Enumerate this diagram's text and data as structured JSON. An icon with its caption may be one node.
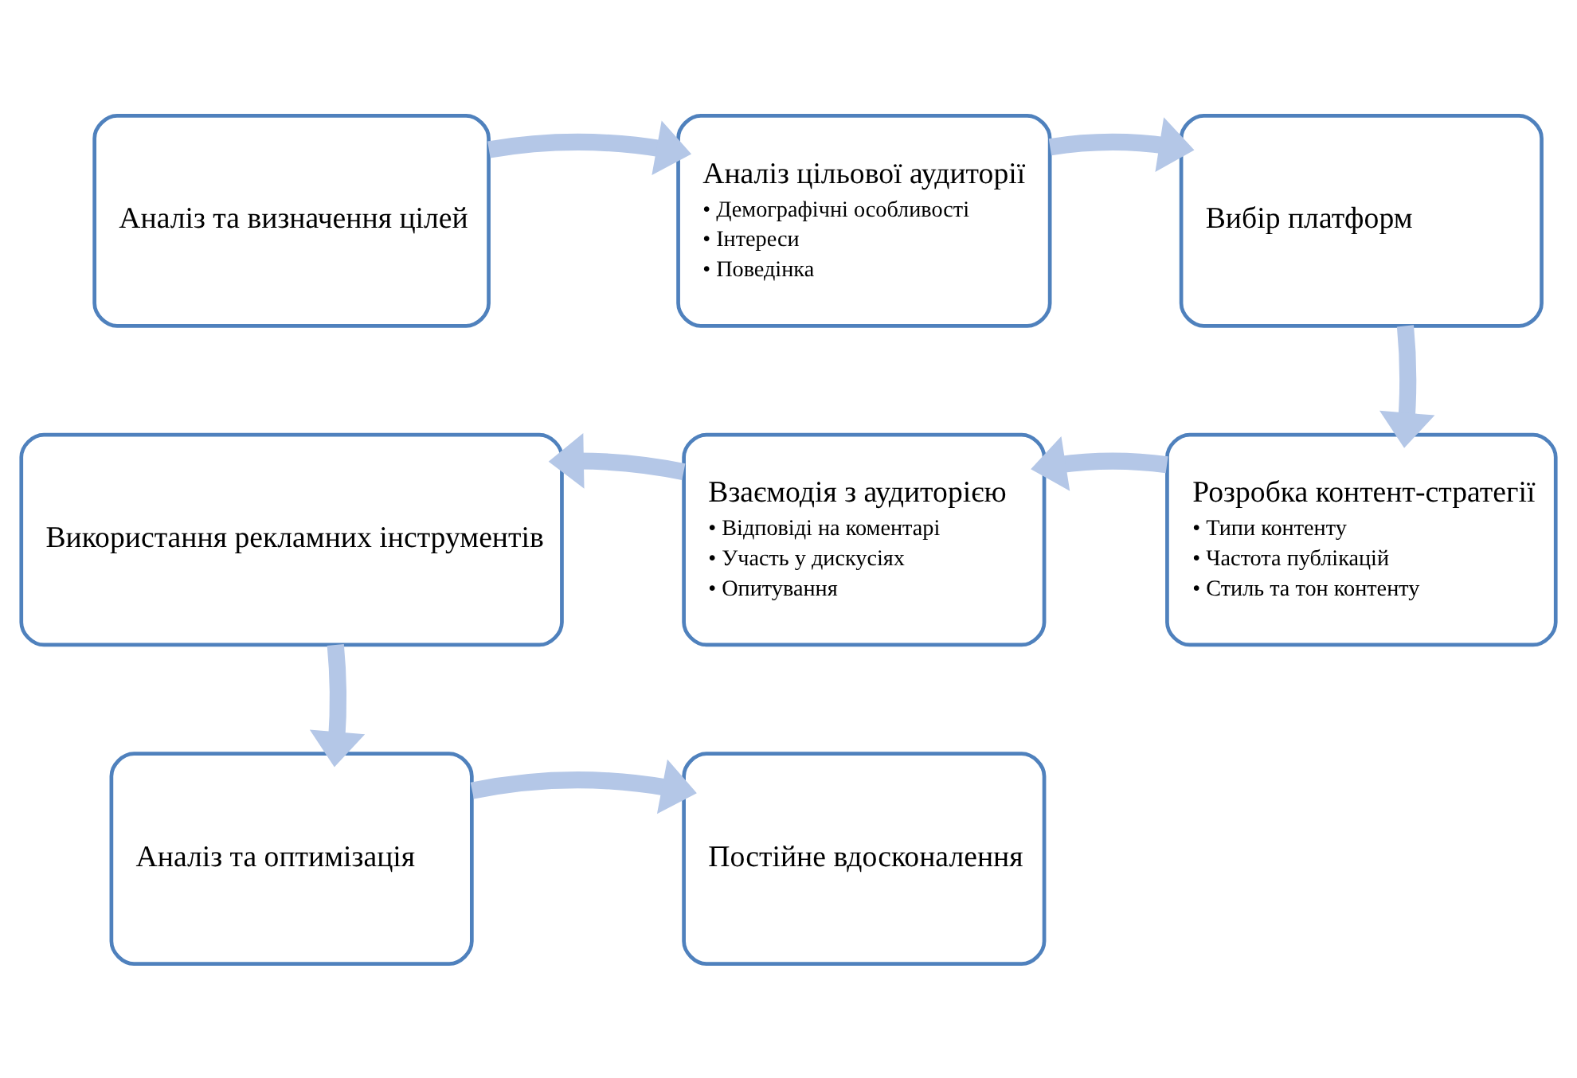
{
  "diagram": {
    "nodes": [
      {
        "text": [
          "Аналіз та визначення цілей"
        ]
      },
      {
        "text": [
          "Аналіз цільової аудиторії",
          "• Демографічні особливості",
          "• Інтереси",
          "• Поведінка"
        ]
      },
      {
        "text": [
          "Вибір платформ"
        ]
      },
      {
        "text": [
          "Розробка контент-стратегії",
          "• Типи контенту",
          "• Частота публікацій",
          "• Стиль та тон контенту"
        ]
      },
      {
        "text": [
          "Взаємодія з аудиторією",
          "• Відповіді на коментарі",
          "• Участь у дискусіях",
          "• Опитування"
        ]
      },
      {
        "text": [
          "Використання рекламних інструментів"
        ]
      },
      {
        "text": [
          "Аналіз та оптимізація"
        ]
      },
      {
        "text": [
          "Постійне вдосконалення"
        ]
      }
    ],
    "edges": [
      {
        "from": 0,
        "to": 1,
        "arrow": "to"
      },
      {
        "from": 1,
        "to": 2,
        "arrow": "to"
      },
      {
        "from": 2,
        "to": 3,
        "arrow": "to"
      },
      {
        "from": 3,
        "to": 4,
        "arrow": "to"
      },
      {
        "from": 4,
        "to": 5,
        "arrow": "to"
      },
      {
        "from": 5,
        "to": 6,
        "arrow": "to"
      },
      {
        "from": 6,
        "to": 7,
        "arrow": "to"
      }
    ]
  }
}
